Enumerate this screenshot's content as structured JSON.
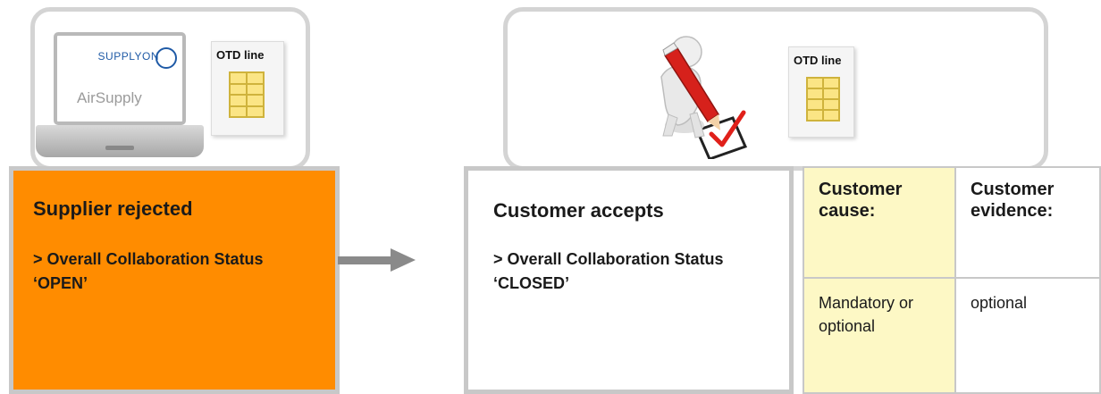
{
  "left_image": {
    "brand": "SUPPLYON",
    "product": "AirSupply",
    "doc_label": "OTD line"
  },
  "supplier": {
    "title": "Supplier rejected",
    "status": "> Overall Collaboration Status ‘OPEN’"
  },
  "right_image": {
    "doc_label": "OTD line"
  },
  "customer": {
    "title": "Customer accepts",
    "status": "> Overall Collaboration Status ‘CLOSED’"
  },
  "table": {
    "cause_header": "Customer cause:",
    "evidence_header": "Customer evidence:",
    "cause_value": "Mandatory or optional",
    "evidence_value": "optional"
  },
  "colors": {
    "supplier_bg": "#ff8c00",
    "cause_bg": "#fdf8c5",
    "border": "#c8c8c8"
  },
  "icons": [
    "laptop-icon",
    "document-icon",
    "arrow-right-icon",
    "figure-pencil-checkmark-icon"
  ]
}
